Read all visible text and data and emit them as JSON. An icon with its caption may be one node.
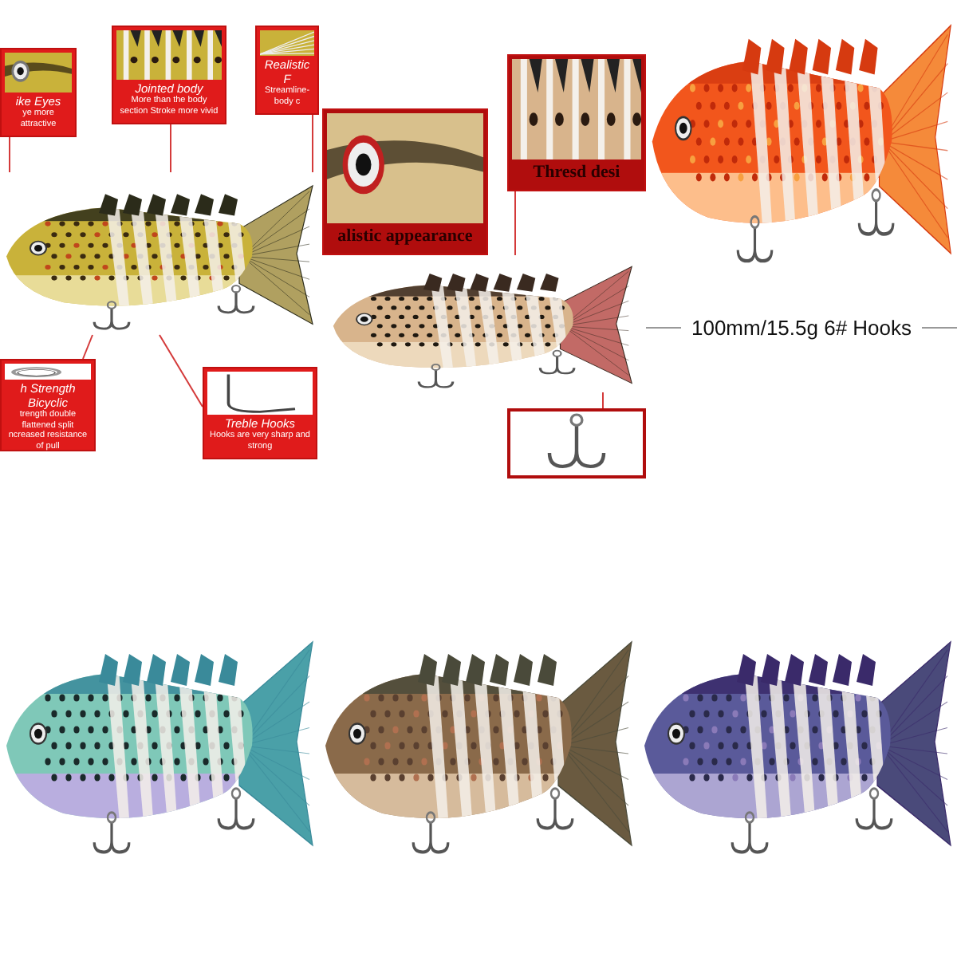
{
  "diagram": {
    "nodes": [
      {
        "text": [],
        "shape": "picture"
      },
      {
        "text": [
          "ike Eyes",
          "ye more attractive"
        ]
      },
      {
        "text": [
          "Jointed body",
          "More than the body section Stroke more vivid"
        ]
      },
      {
        "text": [
          "Realistic F",
          "Streamline-body c"
        ]
      },
      {
        "text": [
          "h Strength Bicyclic",
          "trength double flattened split ncreased resistance of pull"
        ]
      },
      {
        "text": [
          "Treble Hooks",
          "Hooks are very sharp and strong"
        ]
      },
      {
        "text": [
          "alistic appearance"
        ]
      },
      {
        "text": [
          "Thresd desi"
        ]
      },
      {
        "text": [],
        "shape": "picture"
      },
      {
        "text": [],
        "shape": "picture"
      },
      {
        "text": [],
        "shape": "picture"
      },
      {
        "text": [],
        "shape": "picture"
      },
      {
        "text": [],
        "shape": "picture"
      },
      {
        "text": [],
        "shape": "picture"
      }
    ],
    "edges": [
      {
        "from": 1,
        "to": 0,
        "arrow": "none"
      },
      {
        "from": 2,
        "to": 0,
        "arrow": "none"
      },
      {
        "from": 3,
        "to": 0,
        "arrow": "none"
      },
      {
        "from": 4,
        "to": 0,
        "arrow": "none"
      },
      {
        "from": 5,
        "to": 0,
        "arrow": "none"
      },
      {
        "from": 7,
        "to": 8,
        "arrow": "none"
      },
      {
        "from": 9,
        "to": 8,
        "arrow": "none"
      }
    ],
    "labels": [
      "100mm/15.5g 6# Hooks"
    ]
  }
}
